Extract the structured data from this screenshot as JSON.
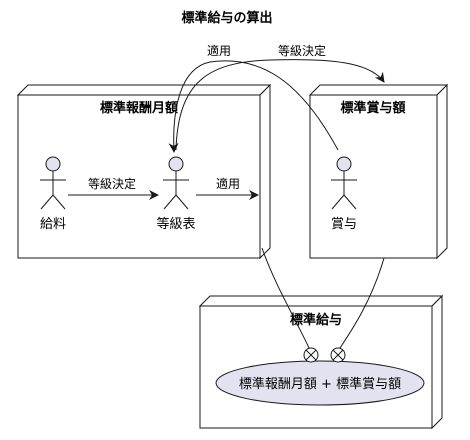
{
  "title": "標準給与の算出",
  "nodes": {
    "monthly": {
      "label": "標準報酬月額"
    },
    "bonus": {
      "label": "標準賞与額"
    },
    "salary": {
      "label": "標準給与"
    }
  },
  "actors": {
    "pay": {
      "label": "給料"
    },
    "table": {
      "label": "等級表"
    },
    "bonus": {
      "label": "賞与"
    }
  },
  "usecase": {
    "label": "標準報酬月額 + 標準賞与額"
  },
  "edges": {
    "pay_to_table": "等級決定",
    "table_out": "適用",
    "bonus_to_table": "適用",
    "table_to_bonus_node": "等級決定"
  },
  "colors": {
    "line": "#181818",
    "node_fill": "#ffffff",
    "actor_fill": "#e2e2f0",
    "usecase_fill": "#e2e2f0"
  }
}
